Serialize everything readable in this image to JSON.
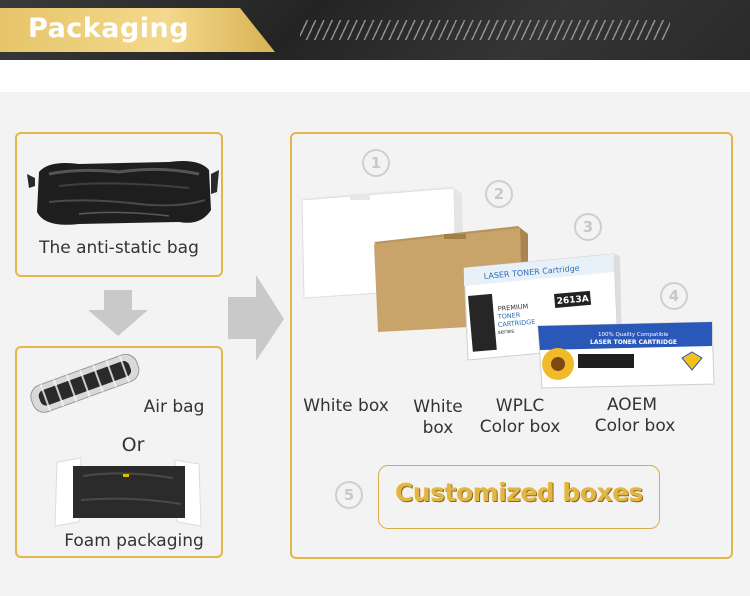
{
  "header": {
    "title": "Packaging"
  },
  "left": {
    "antistatic_label": "The anti-static bag",
    "airbag_label": "Air bag",
    "or_label": "Or",
    "foam_label": "Foam packaging"
  },
  "boxes": {
    "num1": "1",
    "num2": "2",
    "num3": "3",
    "num4": "4",
    "num5": "5",
    "white_box_label": "White box",
    "white_box2_line1": "White",
    "white_box2_line2": "box",
    "wplc_line1": "WPLC",
    "wplc_line2": "Color box",
    "aoem_line1": "AOEM",
    "aoem_line2": "Color box",
    "customized_label": "Customized boxes",
    "wplc_box_header": "LASER TONER Cartridge",
    "wplc_box_premium": "PREMIUM",
    "wplc_box_toner": "TONER",
    "wplc_box_cartridge": "CARTRIDGE",
    "wplc_box_series": "series",
    "wplc_box_model": "2613A",
    "aoem_box_top": "100% Quality Compatible",
    "aoem_box_header": "LASER TONER CARTRIDGE"
  },
  "colors": {
    "accent": "#e3b64c",
    "header_bg": "#2c2c2c",
    "panel_bg": "#f3f3f3"
  }
}
